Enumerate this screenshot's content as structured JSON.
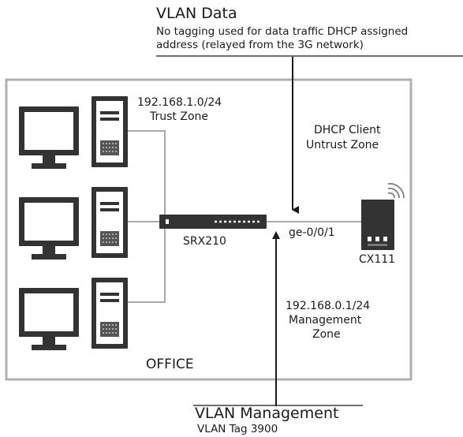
{
  "vlan_data": {
    "title": "VLAN Data",
    "line1": "No tagging used for data traffic DHCP assigned",
    "line2": "address (relayed from the 3G network)"
  },
  "trust": {
    "subnet": "192.168.1.0/24",
    "zone": "Trust Zone"
  },
  "untrust": {
    "line1": "DHCP Client",
    "line2": "Untrust Zone"
  },
  "srx_label": "SRX210",
  "port_label": "ge-0/0/1",
  "cx_label": "CX111",
  "management": {
    "subnet": "192.168.0.1/24",
    "line2": "Management",
    "line3": "Zone"
  },
  "office_label": "OFFICE",
  "vlan_mgmt": {
    "title": "VLAN Management",
    "sub": "VLAN Tag 3900"
  }
}
